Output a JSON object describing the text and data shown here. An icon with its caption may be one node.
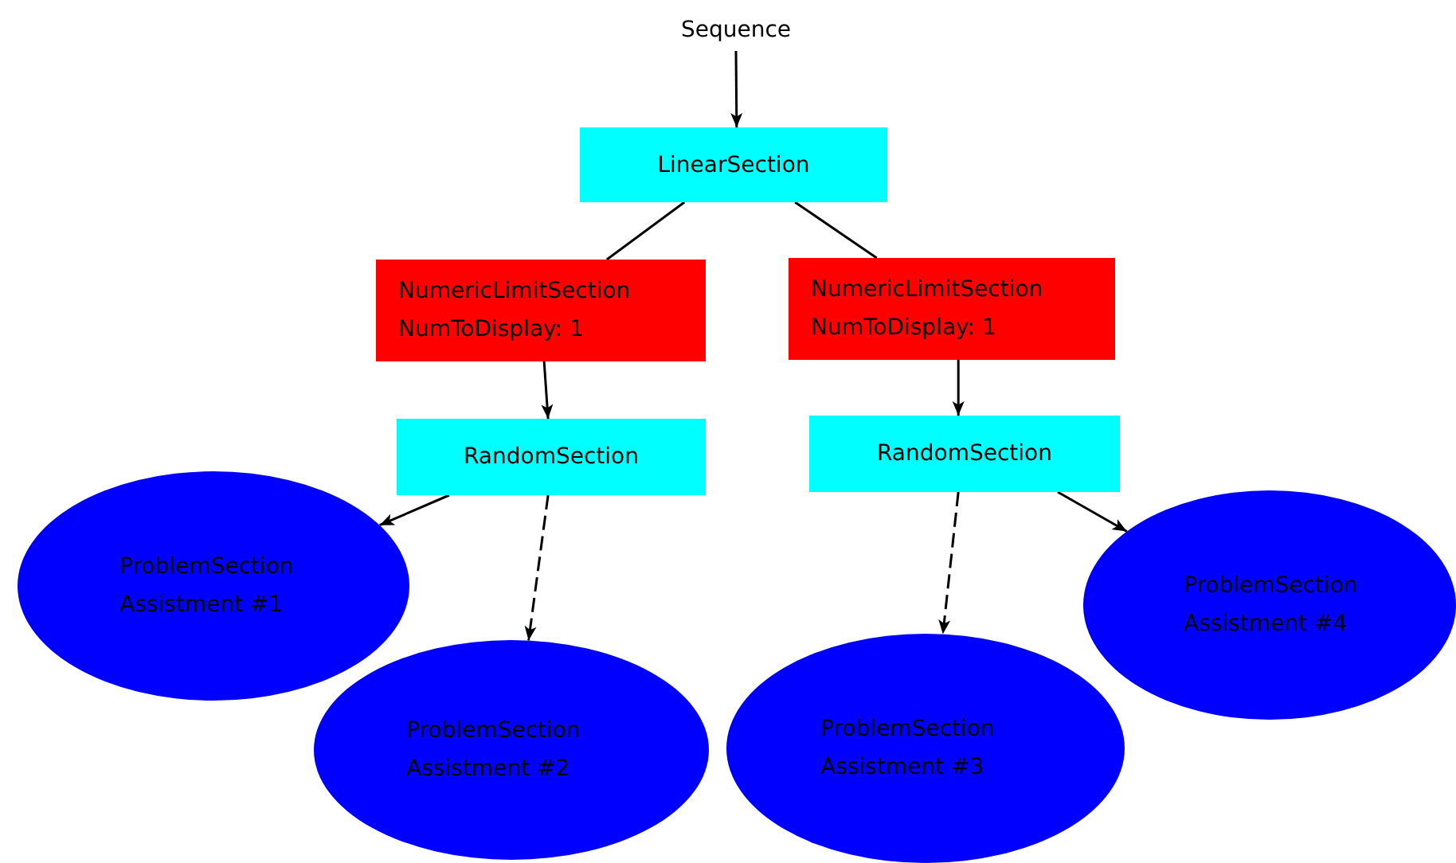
{
  "diagram": {
    "nodes": [
      {
        "text": [
          "Sequence"
        ]
      },
      {
        "text": [
          "LinearSection"
        ]
      },
      {
        "text": [
          "NumericLimitSection",
          "NumToDisplay: 1"
        ]
      },
      {
        "text": [
          "NumericLimitSection",
          "NumToDisplay: 1"
        ]
      },
      {
        "text": [
          "RandomSection"
        ]
      },
      {
        "text": [
          "RandomSection"
        ]
      },
      {
        "text": [
          "ProblemSection",
          "Assistment #1"
        ]
      },
      {
        "text": [
          "ProblemSection",
          "Assistment #2"
        ]
      },
      {
        "text": [
          "ProblemSection",
          "Assistment #3"
        ]
      },
      {
        "text": [
          "ProblemSection",
          "Assistment #4"
        ]
      }
    ],
    "edges": [
      {
        "from": 0,
        "to": 1,
        "arrow": "to"
      },
      {
        "from": 1,
        "to": 2,
        "arrow": "none"
      },
      {
        "from": 1,
        "to": 3,
        "arrow": "none"
      },
      {
        "from": 2,
        "to": 4,
        "arrow": "to"
      },
      {
        "from": 3,
        "to": 5,
        "arrow": "to"
      },
      {
        "from": 4,
        "to": 6,
        "arrow": "to"
      },
      {
        "from": 4,
        "to": 7,
        "arrow": "to",
        "style": "dashed"
      },
      {
        "from": 5,
        "to": 8,
        "arrow": "to",
        "style": "dashed"
      },
      {
        "from": 5,
        "to": 9,
        "arrow": "to"
      }
    ]
  }
}
